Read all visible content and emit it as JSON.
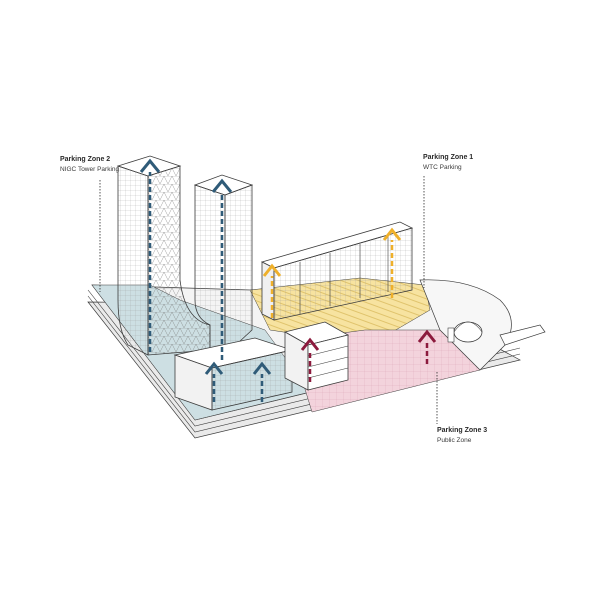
{
  "labels": {
    "zone2": {
      "title": "Parking Zone 2",
      "subtitle": "NIGC Tower Parking"
    },
    "zone1": {
      "title": "Parking Zone 1",
      "subtitle": "WTC Parking"
    },
    "zone3": {
      "title": "Parking Zone 3",
      "subtitle": "Public Zone"
    }
  },
  "colors": {
    "zone2_arrow": "#2f5b78",
    "zone1_arrow": "#efb02a",
    "zone3_arrow": "#8c1a3d",
    "zone2_fill": "#cddfe3",
    "zone1_fill": "#f7e3a0",
    "zone3_fill": "#f3d3dc",
    "outline": "#3c3c3c"
  },
  "icons": [
    "dotted-leader-line",
    "dashed-up-arrow-icon"
  ]
}
